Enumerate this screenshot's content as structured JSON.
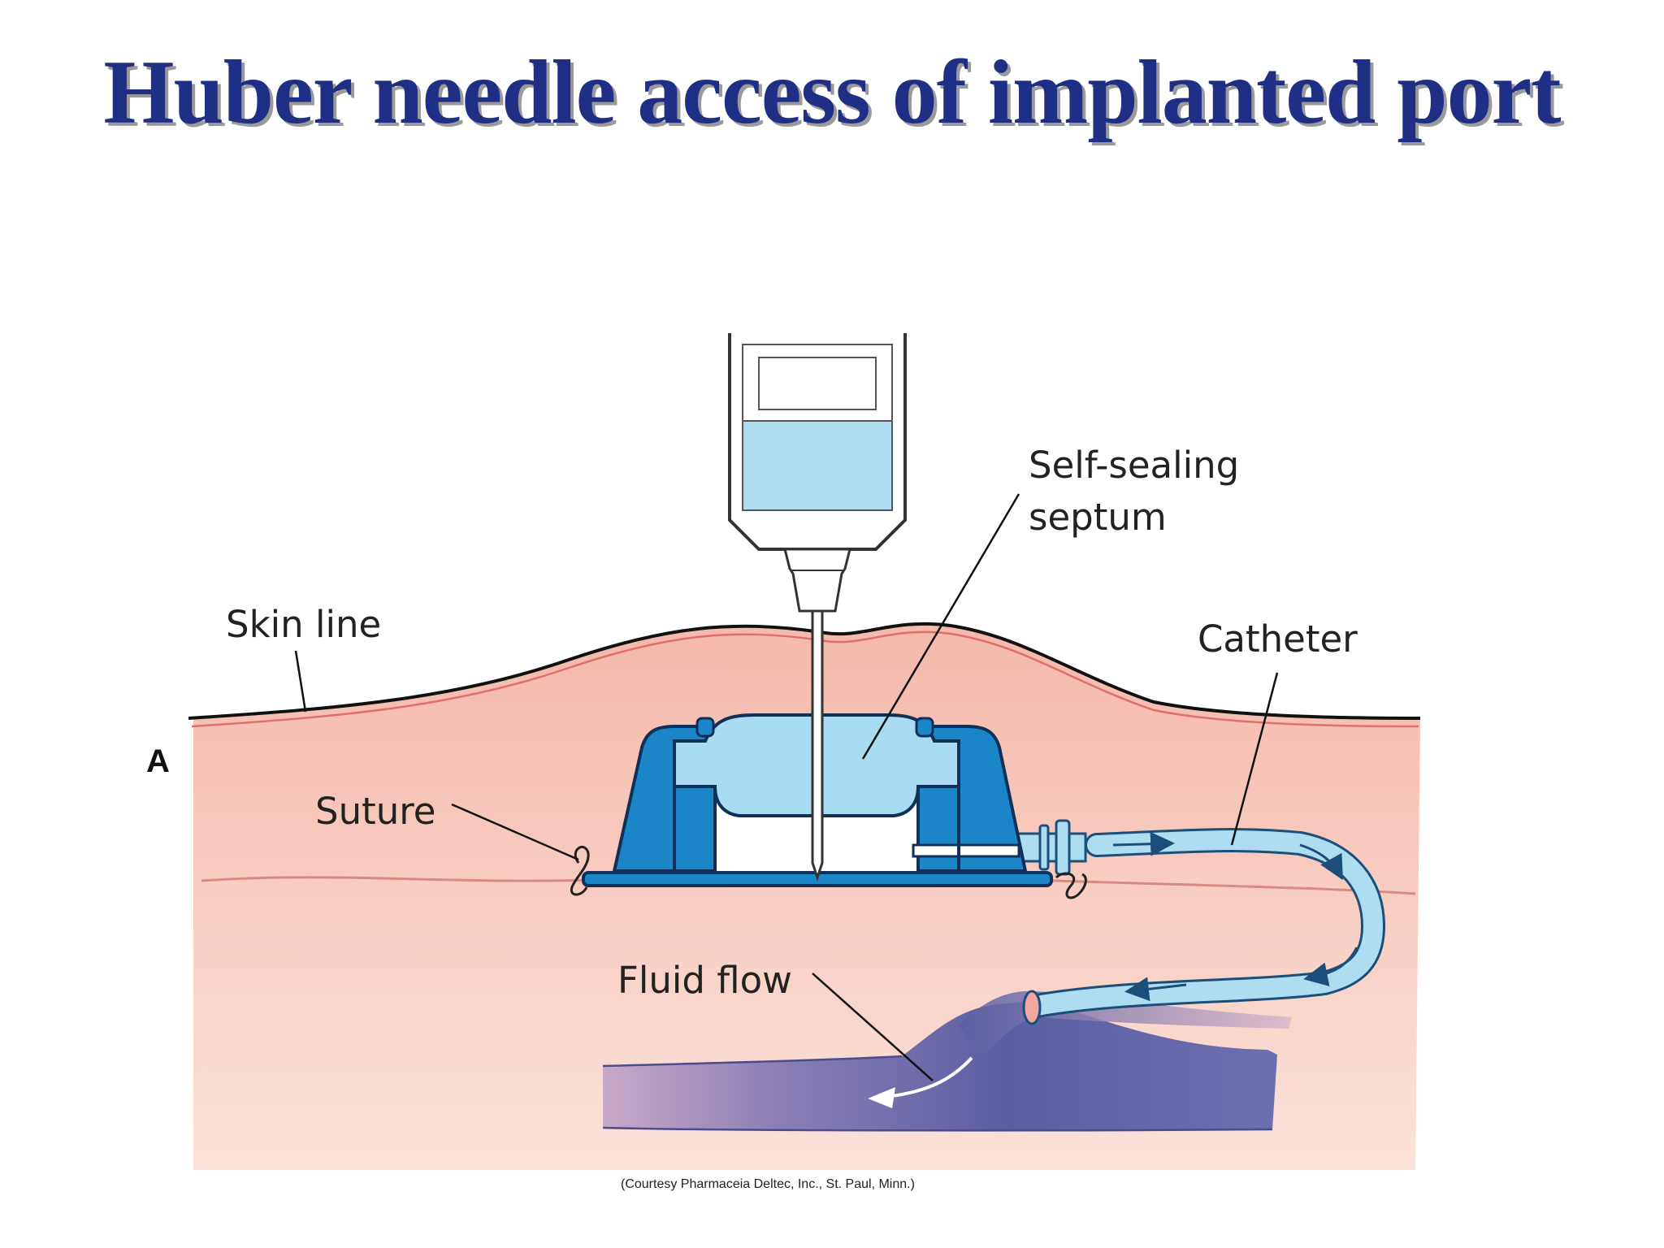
{
  "title": "Huber needle access of implanted port",
  "panel_letter": "A",
  "labels": {
    "skin_line": "Skin line",
    "self_sealing_line1": "Self-sealing",
    "self_sealing_line2": "septum",
    "catheter": "Catheter",
    "suture": "Suture",
    "fluid_flow": "Fluid flow"
  },
  "credit": "(Courtesy Pharmaceia Deltec, Inc., St. Paul, Minn.)",
  "colors": {
    "title": "#1f2f86",
    "tissue": "#f5c2b5",
    "port_body": "#1a86c8",
    "septum": "#a9dcf2",
    "fluid": "#aedcf0",
    "vein": "#5d5fa0"
  }
}
